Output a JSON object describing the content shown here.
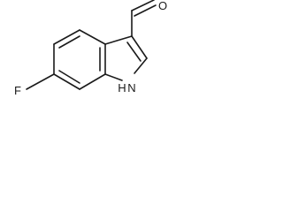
{
  "molecule": {
    "name": "",
    "atoms": {
      "fluorine": "F",
      "oxygen": "O",
      "nitrogen_h": "H",
      "nitrogen": "N"
    },
    "colors": {
      "bond": "#1a1a1a",
      "label": "#1a1a1a",
      "background": "#ffffff"
    }
  }
}
